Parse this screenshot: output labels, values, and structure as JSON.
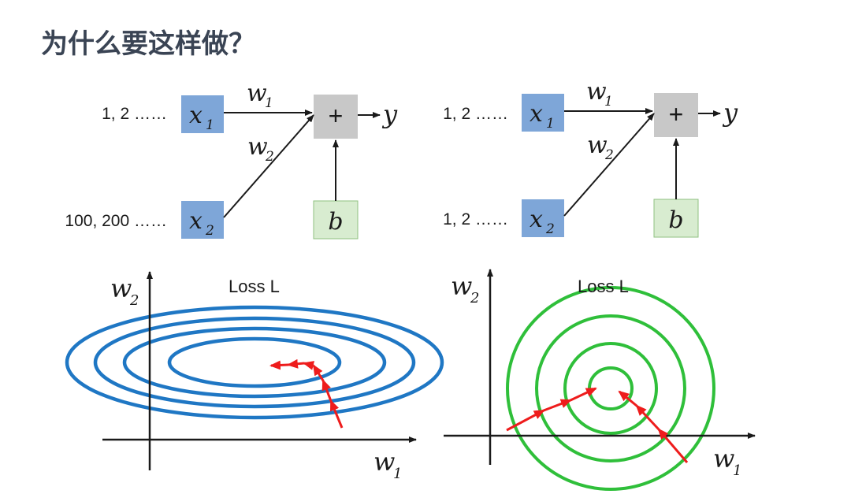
{
  "title": "为什么要这样做？",
  "colors": {
    "input_box": "#7ea6d8",
    "plus_box": "#c8c8c8",
    "bias_box": "#d8ecd0",
    "loss_left": "#1f77c4",
    "loss_right": "#2fbf3a",
    "arrow": "#ee1c1c",
    "text": "#1a1a1a",
    "title": "#3a4454"
  },
  "left": {
    "input1_range": "1, 2 ……",
    "input2_range": "100, 200 ……",
    "x1": "x",
    "x1_sub": "1",
    "x2": "x",
    "x2_sub": "2",
    "w1": "w",
    "w1_sub": "1",
    "w2": "w",
    "w2_sub": "2",
    "plus": "+",
    "output": "y",
    "bias": "b",
    "loss_label": "Loss L",
    "axis_x": "w",
    "axis_x_sub": "1",
    "axis_y": "w",
    "axis_y_sub": "2"
  },
  "right": {
    "input1_range": "1, 2 ……",
    "input2_range": "1, 2 ……",
    "x1": "x",
    "x1_sub": "1",
    "x2": "x",
    "x2_sub": "2",
    "w1": "w",
    "w1_sub": "1",
    "w2": "w",
    "w2_sub": "2",
    "plus": "+",
    "output": "y",
    "bias": "b",
    "loss_label": "Loss L",
    "axis_x": "w",
    "axis_x_sub": "1",
    "axis_y": "w",
    "axis_y_sub": "2"
  },
  "icons": [
    "plus-symbol",
    "arrow-right",
    "arrow-up",
    "gradient-arrow"
  ]
}
